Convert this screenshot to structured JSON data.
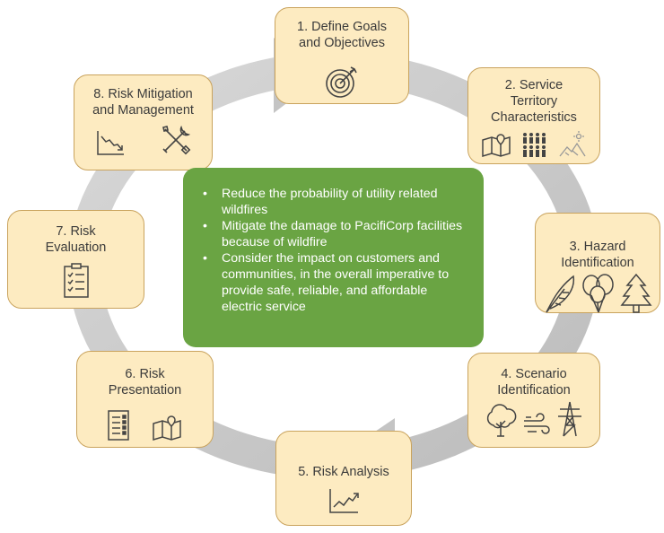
{
  "center_bullets": [
    "Reduce the probability of utility related wildfires",
    "Mitigate the damage to PacifiCorp facilities because of wildfire",
    "Consider the impact on customers and communities, in the overall imperative to provide safe, reliable, and affordable electric service"
  ],
  "steps": [
    {
      "label": "1. Define Goals\nand Objectives",
      "icons": [
        "target-icon"
      ]
    },
    {
      "label": "2. Service\nTerritory\nCharacteristics",
      "icons": [
        "map-pin-icon",
        "population-icon",
        "terrain-icon"
      ]
    },
    {
      "label": "3. Hazard\nIdentification",
      "icons": [
        "feather-icon",
        "balloons-icon",
        "pine-tree-icon"
      ]
    },
    {
      "label": "4. Scenario\nIdentification",
      "icons": [
        "tree-icon",
        "wind-icon",
        "transmission-tower-icon"
      ]
    },
    {
      "label": "5. Risk Analysis",
      "icons": [
        "trend-up-chart-icon"
      ]
    },
    {
      "label": "6. Risk\nPresentation",
      "icons": [
        "report-icon",
        "map-pin-icon"
      ]
    },
    {
      "label": "7. Risk\nEvaluation",
      "icons": [
        "checklist-icon"
      ]
    },
    {
      "label": "8. Risk Mitigation\nand Management",
      "icons": [
        "trend-down-chart-icon",
        "tools-icon"
      ]
    }
  ],
  "colors": {
    "step_fill": "#fdebc1",
    "step_border": "#c9a35d",
    "center_fill": "#6aa443",
    "ring": "#c9c9c9",
    "icon_stroke": "#444444"
  }
}
